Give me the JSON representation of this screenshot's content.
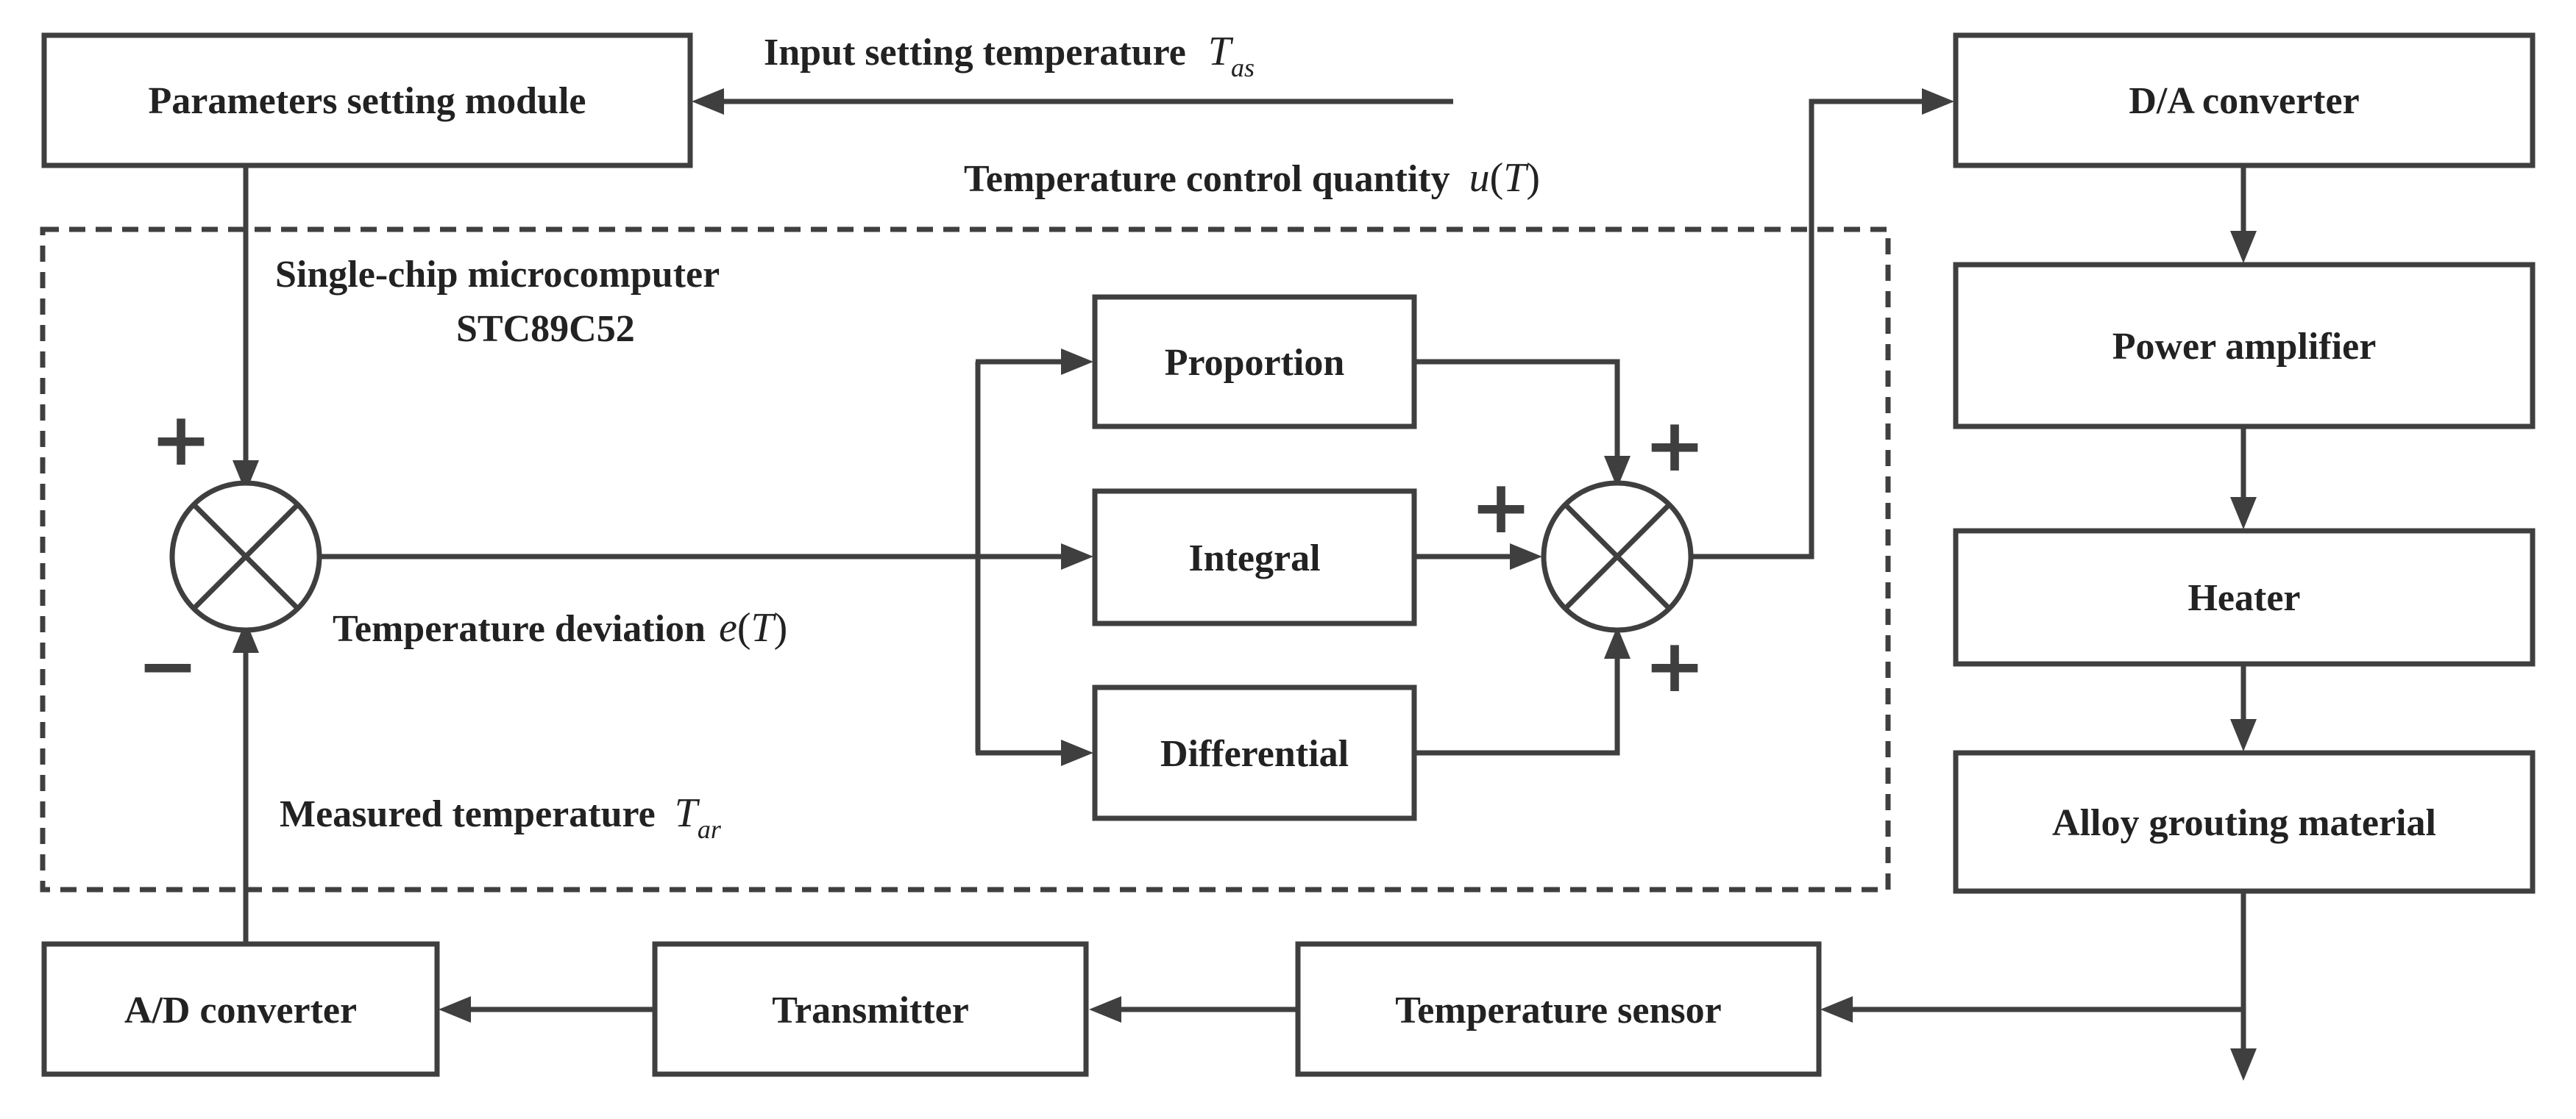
{
  "blocks": {
    "params": "Parameters setting module",
    "da": "D/A converter",
    "power": "Power amplifier",
    "heater": "Heater",
    "alloy": "Alloy grouting material",
    "proportion": "Proportion",
    "integral": "Integral",
    "differential": "Differential",
    "ad": "A/D converter",
    "transmitter": "Transmitter",
    "sensor": "Temperature sensor"
  },
  "labels": {
    "input_temp": "Input setting temperature",
    "input_sym": "T",
    "input_sub": "as",
    "control_qty": "Temperature control quantity",
    "control_fn": "u",
    "control_arg": "T",
    "mcu_line1": "Single-chip microcomputer",
    "mcu_line2": "STC89C52",
    "deviation": "Temperature deviation",
    "deviation_fn": "e",
    "deviation_arg": "T",
    "measured": "Measured temperature",
    "measured_sym": "T",
    "measured_sub": "ar"
  },
  "signs": {
    "plus": "+",
    "minus": "−"
  },
  "colors": {
    "line": "#3f3f3f",
    "text": "#222222",
    "background": "#ffffff"
  }
}
